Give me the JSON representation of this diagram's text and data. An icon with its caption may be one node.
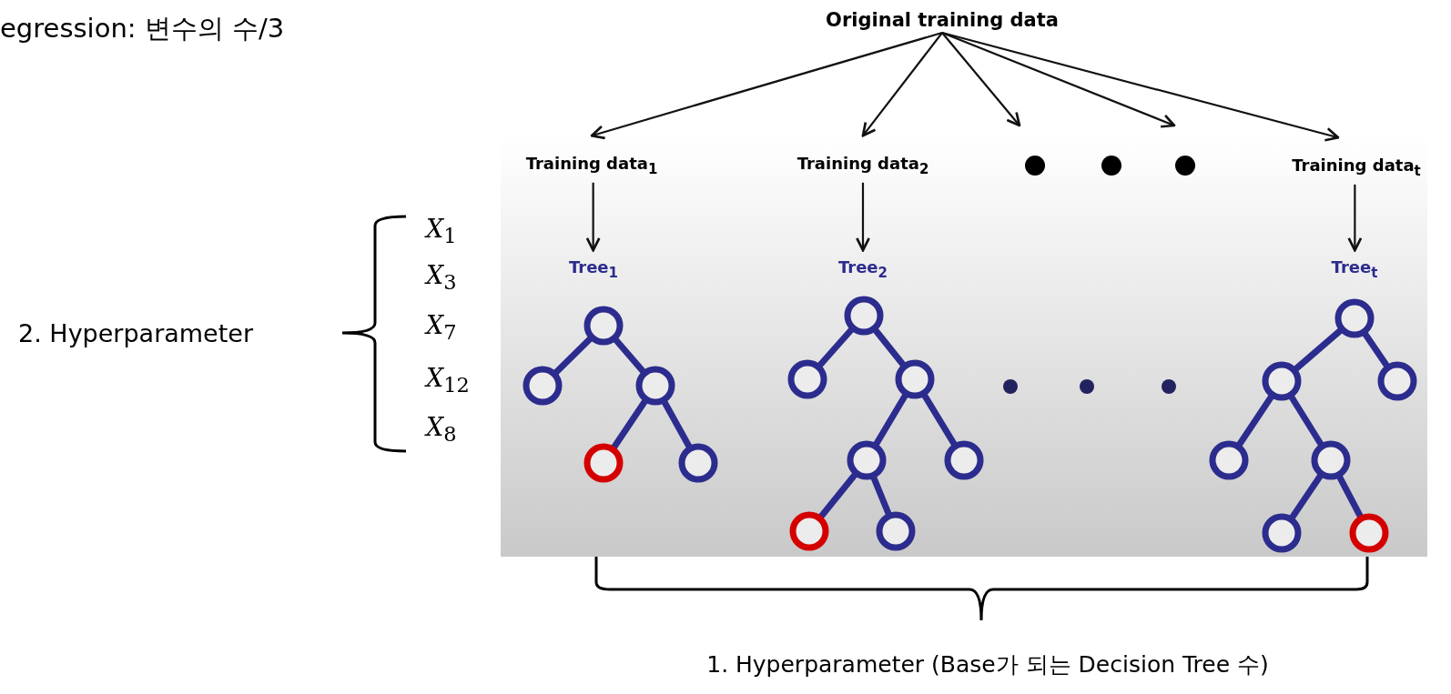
{
  "diagram": {
    "nodes": [
      {
        "text": [
          "Original training data"
        ]
      },
      {
        "text": [
          "Training data$_{1}$"
        ]
      },
      {
        "text": [
          "Training data$_{2}$"
        ]
      },
      {
        "text": [
          "Training data$_{t}$"
        ]
      },
      {
        "text": [
          "Tree$_{1}$"
        ]
      },
      {
        "text": [
          "Tree$_{2}$"
        ]
      },
      {
        "text": [
          "Tree$_{t}$"
        ]
      }
    ],
    "edges": [
      {
        "from": 0,
        "to": 1,
        "arrow": "to"
      },
      {
        "from": 0,
        "to": 2,
        "arrow": "to"
      },
      {
        "from": 0,
        "to": null,
        "arrow": "to"
      },
      {
        "from": 0,
        "to": null,
        "arrow": "to"
      },
      {
        "from": 0,
        "to": 3,
        "arrow": "to"
      },
      {
        "from": 1,
        "to": 4,
        "arrow": "to"
      },
      {
        "from": 2,
        "to": 5,
        "arrow": "to"
      },
      {
        "from": 3,
        "to": 6,
        "arrow": "to"
      }
    ],
    "labels": [
      "egression: 변수의 수/3",
      "2. Hyperparameter",
      "*X*$_{1}$",
      "*X*$_{3}$",
      "*X*$_{7}$",
      "*X*$_{12}$",
      "*X*$_{8}$",
      "1. Hyperparameter (Base가 되는 Decision Tree 수)"
    ]
  }
}
